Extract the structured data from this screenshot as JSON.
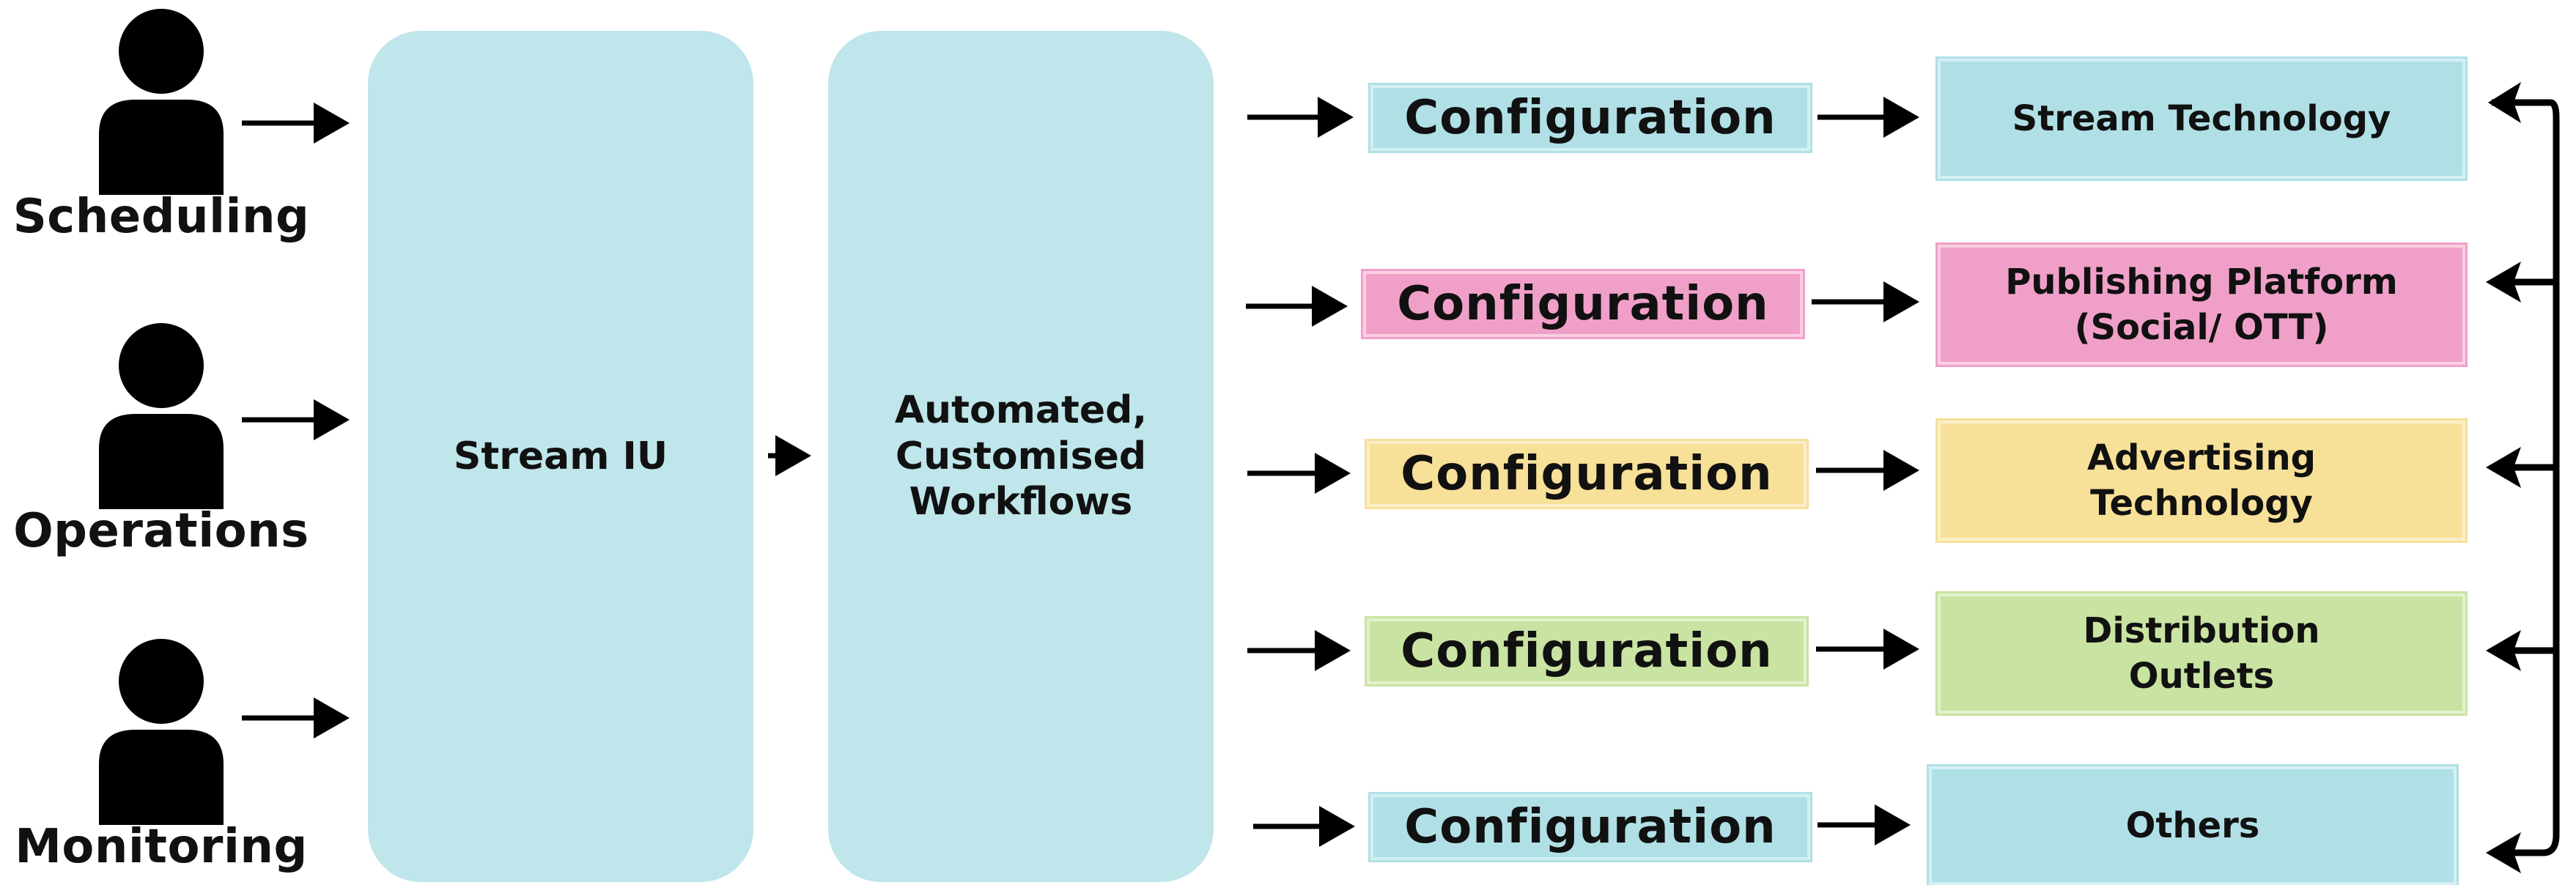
{
  "actors": [
    {
      "label": "Scheduling",
      "icon": "person-icon"
    },
    {
      "label": "Operations",
      "icon": "person-icon"
    },
    {
      "label": "Monitoring",
      "icon": "person-icon"
    }
  ],
  "stream_ui": {
    "label": "Stream IU"
  },
  "workflows": {
    "label": "Automated,\nCustomised\nWorkflows"
  },
  "rows": [
    {
      "config_label": "Configuration",
      "target_label": "Stream Technology",
      "color": "#b0e0e6"
    },
    {
      "config_label": "Configuration",
      "target_label": "Publishing Platform\n(Social/ OTT)",
      "color": "#f0a0c8"
    },
    {
      "config_label": "Configuration",
      "target_label": "Advertising\nTechnology",
      "color": "#f7e098"
    },
    {
      "config_label": "Configuration",
      "target_label": "Distribution\nOutlets",
      "color": "#c9e3a2"
    },
    {
      "config_label": "Configuration",
      "target_label": "Others",
      "color": "#b0e0e6"
    }
  ]
}
